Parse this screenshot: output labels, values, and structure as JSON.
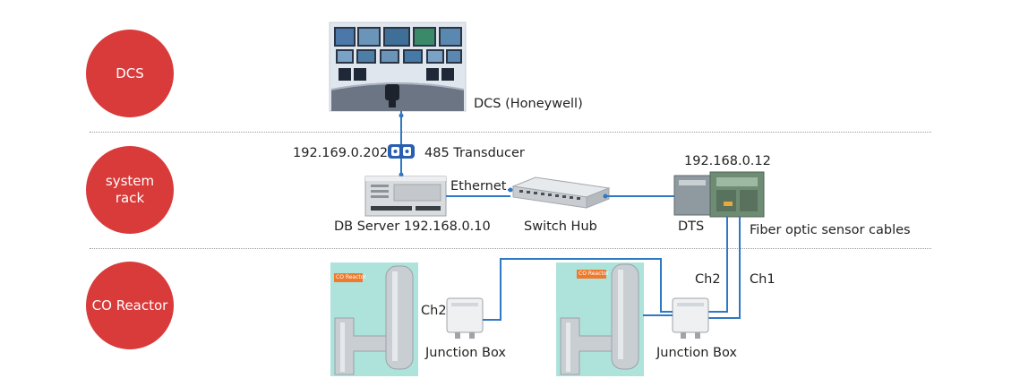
{
  "rows": {
    "dcs": "DCS",
    "system_rack": "system\nrack",
    "co_reactor": "CO Reactor"
  },
  "labels": {
    "dcs_honeywell": "DCS (Honeywell)",
    "ip_transducer": "192.169.0.202",
    "transducer": "485 Transducer",
    "ethernet": "Ethernet",
    "ip_dts": "192.168.0.12",
    "db_server": "DB Server 192.168.0.10",
    "switch_hub": "Switch Hub",
    "dts": "DTS",
    "fiber": "Fiber optic sensor cables",
    "ch2_right": "Ch2",
    "ch1": "Ch1",
    "ch2_left": "Ch2",
    "junction_box_left": "Junction Box",
    "junction_box_right": "Junction Box",
    "reactor_tag_left": "CO Reactor",
    "reactor_tag_right": "CO Reactor"
  },
  "colors": {
    "row_circle": "#d93a3a",
    "connector_line": "#2f78c4",
    "reactor_bg": "#aee3dc"
  },
  "icons": [
    "dcs-control-room-photo",
    "transducer-icon",
    "db-server-icon",
    "switch-hub-icon",
    "dts-unit-icon",
    "reactor-vessel-icon",
    "junction-box-icon"
  ]
}
